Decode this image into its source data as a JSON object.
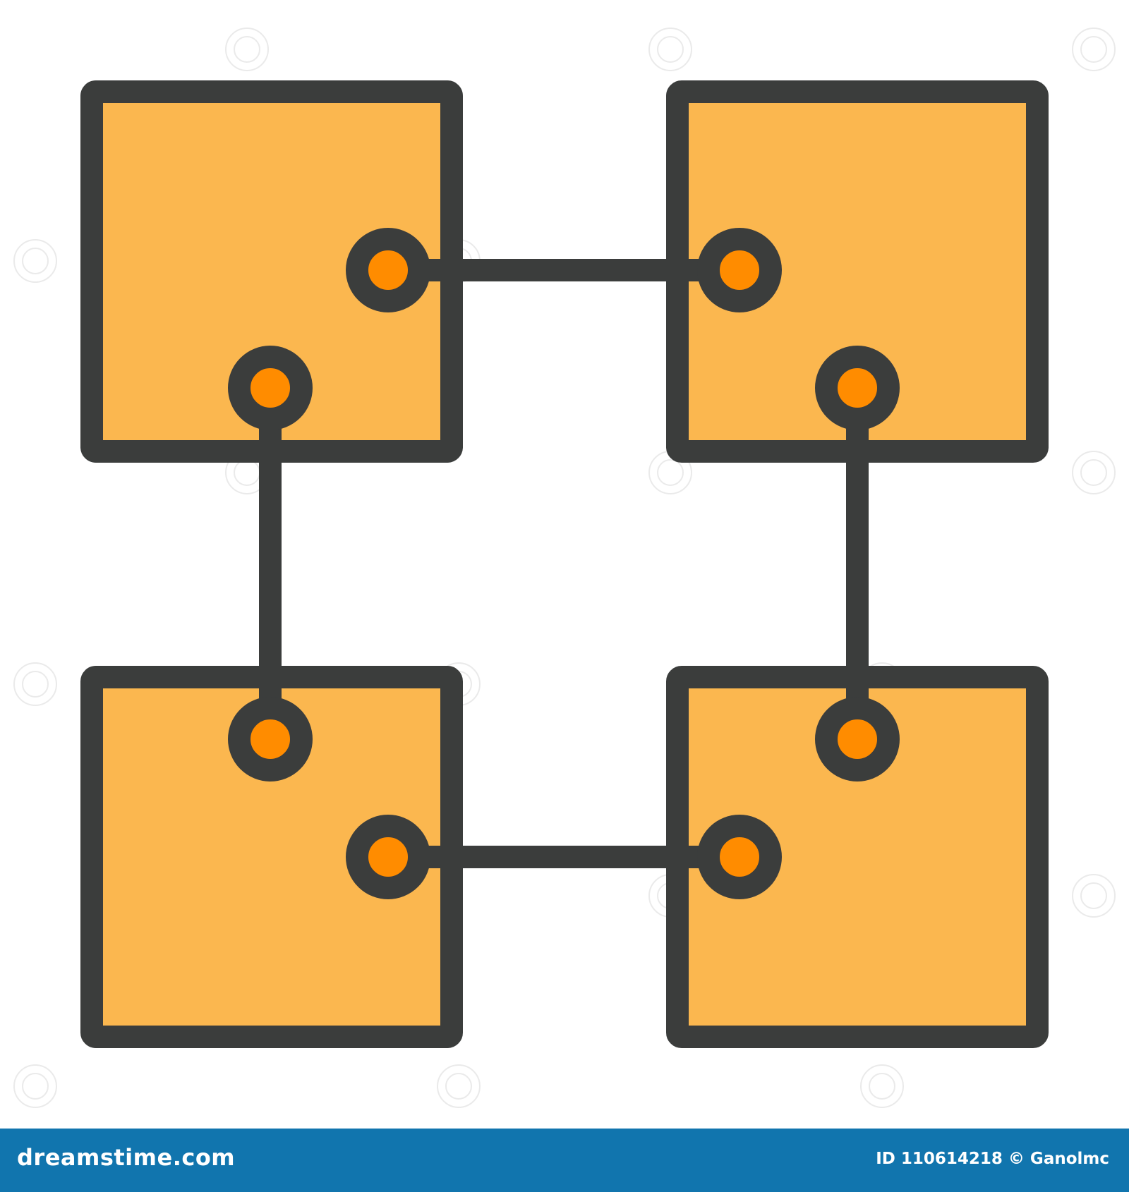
{
  "diagram": {
    "colors": {
      "outline": "#3b3d3c",
      "block_fill": "#fbb74f",
      "node_fill": "#ff8c00",
      "background": "#ffffff"
    },
    "blocks": [
      {
        "id": "top-left"
      },
      {
        "id": "top-right"
      },
      {
        "id": "bottom-left"
      },
      {
        "id": "bottom-right"
      }
    ],
    "links": [
      {
        "from": "top-left",
        "to": "top-right"
      },
      {
        "from": "top-left",
        "to": "bottom-left"
      },
      {
        "from": "top-right",
        "to": "bottom-right"
      },
      {
        "from": "bottom-left",
        "to": "bottom-right"
      }
    ]
  },
  "footer": {
    "logo_text": "dreamstime.com",
    "id_text": "ID 110614218 © Ganolmc",
    "background": "#1175ae"
  }
}
